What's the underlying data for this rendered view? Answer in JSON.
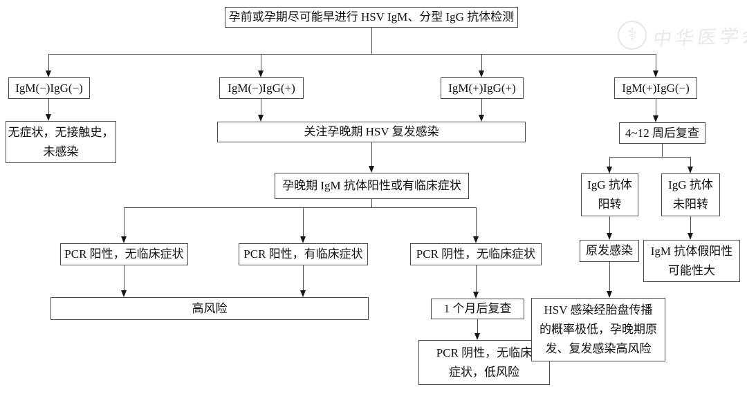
{
  "watermark": {
    "org_text": "中华医学会",
    "emblem_icon": "medical-serpent-emblem-icon",
    "emblem_glyph": "⚕"
  },
  "colors": {
    "box_border": "#4a4a4a",
    "connector_line": "#4d4d4d",
    "arrowhead": "#161616",
    "watermark": "#e7e7e7",
    "background": "#ffffff",
    "text": "#111111"
  },
  "flowchart": {
    "nodes": {
      "root": {
        "label": "孕前或孕期尽可能早进行 HSV IgM、分型 IgG 抗体检测"
      },
      "igm_neg_igg_neg": {
        "label": "IgM(−)IgG(−)"
      },
      "igm_neg_igg_pos": {
        "label": "IgM(−)IgG(+)"
      },
      "igm_pos_igg_pos": {
        "label": "IgM(+)IgG(+)"
      },
      "igm_pos_igg_neg": {
        "label": "IgM(+)IgG(−)"
      },
      "no_symptom": {
        "label": "无症状，无接触史，\n未感染"
      },
      "watch_late_recurrence": {
        "label": "关注孕晚期 HSV 复发感染"
      },
      "recheck_4_12_weeks": {
        "label": "4~12 周后复查"
      },
      "late_igm_positive": {
        "label": "孕晚期 IgM 抗体阳性或有临床症状"
      },
      "pcr_pos_no_symptom": {
        "label": "PCR 阳性，无临床症状"
      },
      "pcr_pos_symptom": {
        "label": "PCR 阳性，有临床症状"
      },
      "pcr_neg_no_symptom": {
        "label": "PCR 阴性，无临床症状"
      },
      "high_risk": {
        "label": "高风险"
      },
      "recheck_1_month": {
        "label": "1 个月后复查"
      },
      "pcr_neg_low_risk": {
        "label": "PCR 阴性，无临床\n症状，低风险"
      },
      "igg_seroconverted": {
        "label": "IgG 抗体\n阳转"
      },
      "igg_not_seroconverted": {
        "label": "IgG 抗体\n未阳转"
      },
      "primary_infection": {
        "label": "原发感染"
      },
      "igm_false_positive": {
        "label": "IgM 抗体假阳性\n可能性大"
      },
      "hsv_placental_note": {
        "label": "HSV 感染经胎盘传播\n的概率极低，孕晚期原\n发、复发感染高风险"
      }
    }
  }
}
